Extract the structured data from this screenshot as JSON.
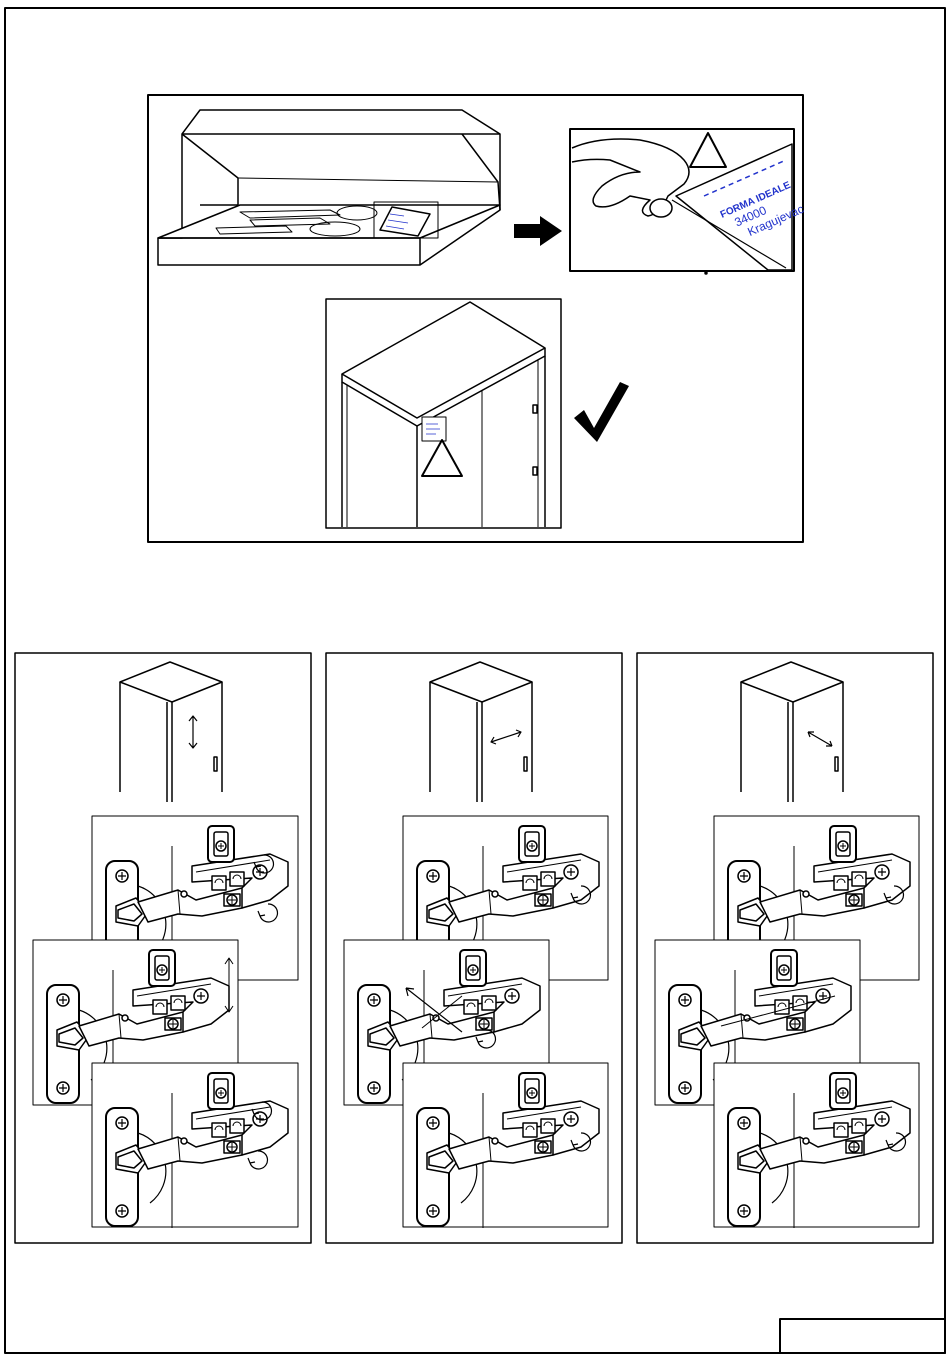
{
  "sticker": {
    "brand": "FORMA IDEALE",
    "postal_code": "34000",
    "city": "Kragujevac"
  },
  "panels": [
    {
      "adjustment": "vertical"
    },
    {
      "adjustment": "lateral"
    },
    {
      "adjustment": "depth"
    }
  ],
  "icons": {
    "arrow": "right-arrow-icon",
    "check": "checkmark-icon",
    "warning": "warning-triangle-icon"
  },
  "colors": {
    "line": "#000000",
    "sticker_text": "#2233cc"
  }
}
